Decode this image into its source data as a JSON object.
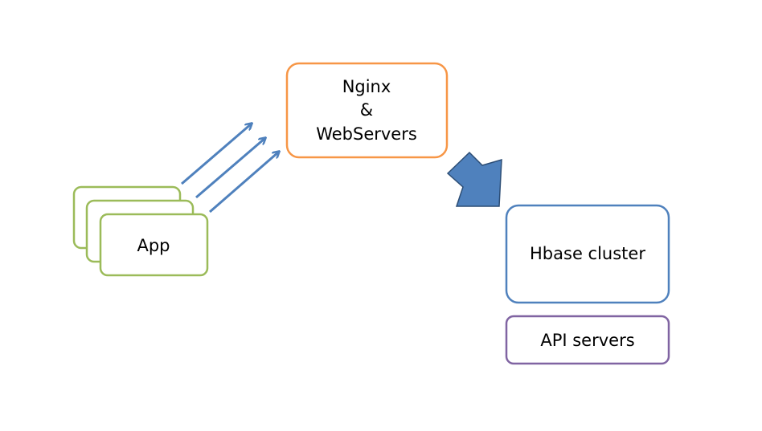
{
  "nodes": {
    "app": {
      "label": "App",
      "stack_count": 3
    },
    "nginx": {
      "line1": "Nginx",
      "line2": "&",
      "line3": "WebServers"
    },
    "hbase": {
      "label": "Hbase cluster"
    },
    "api": {
      "label": "API servers"
    }
  },
  "edges": {
    "app_to_nginx": {
      "from": "app",
      "to": "nginx",
      "style": "triple-arrow"
    },
    "nginx_to_hbase": {
      "from": "nginx",
      "to": "hbase",
      "style": "block-arrow"
    }
  },
  "colors": {
    "app_border": "#9bbb59",
    "nginx_border": "#f79646",
    "hbase_border": "#4f81bd",
    "api_border": "#8064a2",
    "arrow": "#4f81bd",
    "block_arrow_fill": "#4f81bd",
    "block_arrow_stroke": "#2c4d75"
  }
}
